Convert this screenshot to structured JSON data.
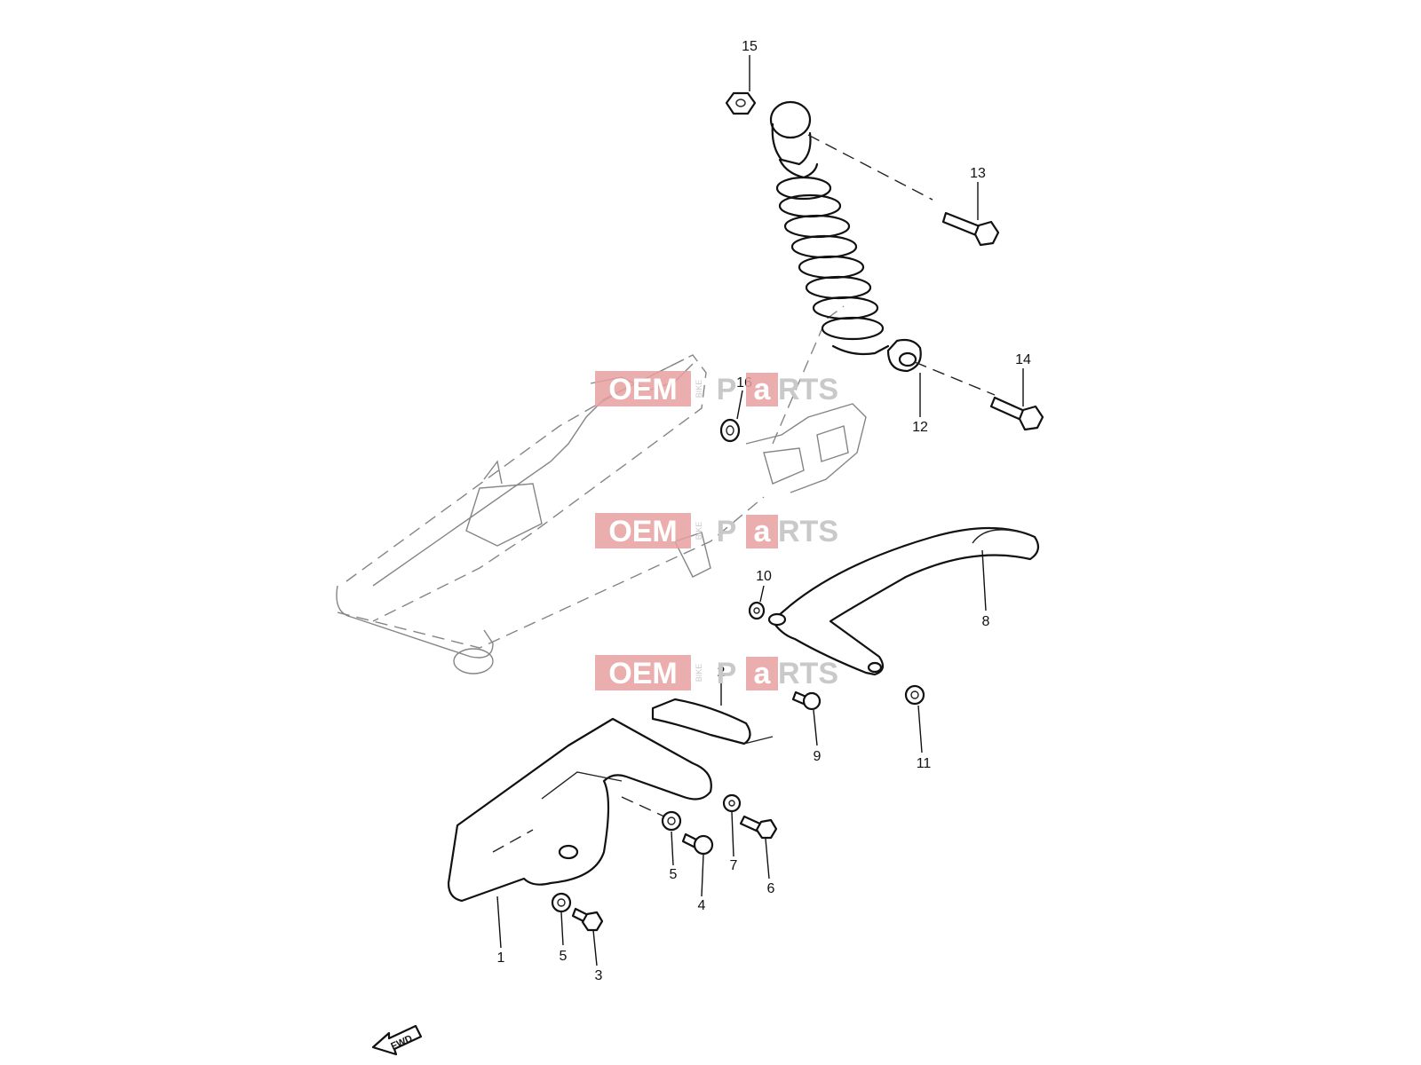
{
  "watermark": {
    "oem": "OEM",
    "bike": "BIKE",
    "p": "P",
    "a": "a",
    "rts": "RTS",
    "brand_red": "#e8a0a0",
    "brand_gray": "#c9c9c9"
  },
  "fwd_label": "FWD",
  "callouts": {
    "c1": "1",
    "c2": "2",
    "c3": "3",
    "c4": "4",
    "c5a": "5",
    "c5b": "5",
    "c6": "6",
    "c7": "7",
    "c8": "8",
    "c9": "9",
    "c10": "10",
    "c11": "11",
    "c12": "12",
    "c13": "13",
    "c14": "14",
    "c15": "15",
    "c16": "16"
  }
}
